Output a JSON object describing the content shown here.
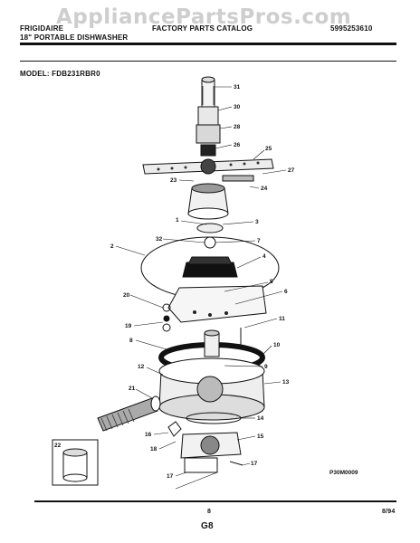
{
  "header": {
    "brand": "FRIGIDAIRE",
    "product": "18\" PORTABLE DISHWASHER",
    "catalog_title": "FACTORY PARTS CATALOG",
    "catalog_number": "5995253610"
  },
  "watermark": "AppliancePartsPros.com",
  "model_line": "MODEL: FDB231RBR0",
  "callouts": [
    "31",
    "30",
    "28",
    "26",
    "25",
    "27",
    "23",
    "24",
    "1",
    "3",
    "32",
    "7",
    "2",
    "4",
    "5",
    "6",
    "20",
    "19",
    "11",
    "8",
    "10",
    "9",
    "12",
    "13",
    "21",
    "14",
    "16",
    "15",
    "18",
    "17",
    "17",
    "22"
  ],
  "diagram_code": "P30M0009",
  "footer": {
    "page_number": "8",
    "section_code": "G8",
    "date": "8/94"
  }
}
